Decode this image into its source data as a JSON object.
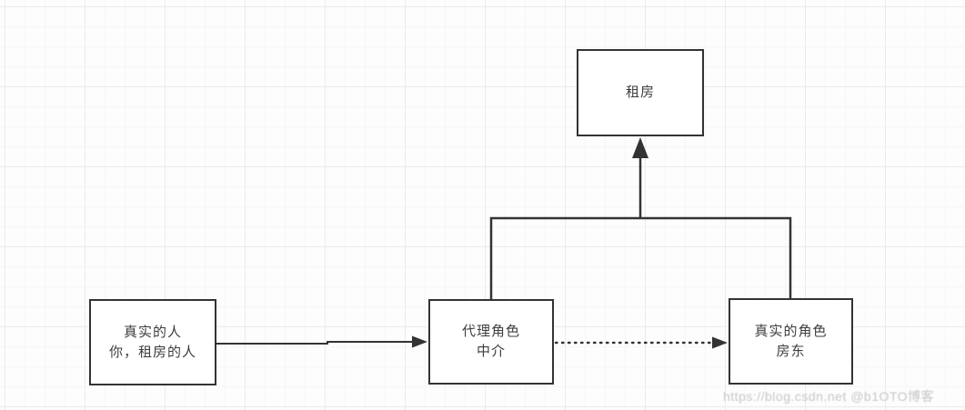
{
  "diagram": {
    "type": "flowchart-proxy-pattern",
    "nodes": {
      "interface": {
        "label": "租房"
      },
      "client": {
        "lines": [
          "真实的人",
          "你，租房的人"
        ]
      },
      "proxy": {
        "lines": [
          "代理角色",
          "中介"
        ]
      },
      "landlord": {
        "lines": [
          "真实的角色",
          "房东"
        ]
      }
    },
    "edges": [
      {
        "from": "client",
        "to": "proxy",
        "style": "solid",
        "arrowhead": "filled-triangle",
        "direction": "right"
      },
      {
        "from": "proxy",
        "to": "landlord",
        "style": "dotted",
        "arrowhead": "filled-triangle",
        "direction": "right"
      },
      {
        "from": "proxy",
        "to": "interface",
        "style": "solid",
        "arrowhead": "filled-triangle",
        "direction": "up",
        "shape": "elbow"
      },
      {
        "from": "landlord",
        "to": "interface",
        "style": "solid",
        "arrowhead": "filled-triangle",
        "direction": "up",
        "shape": "elbow"
      }
    ],
    "colors": {
      "line": "#333333",
      "box_border": "#333333",
      "box_fill": "#ffffff",
      "text": "#3d3d3d",
      "grid_minor": "#f6f6f6",
      "grid_major": "#ebebeb",
      "watermark": "#c7c7c7",
      "background": "#fdfdfd"
    }
  },
  "watermark": {
    "text": "https://blog.csdn.net @b1OTO博客"
  }
}
